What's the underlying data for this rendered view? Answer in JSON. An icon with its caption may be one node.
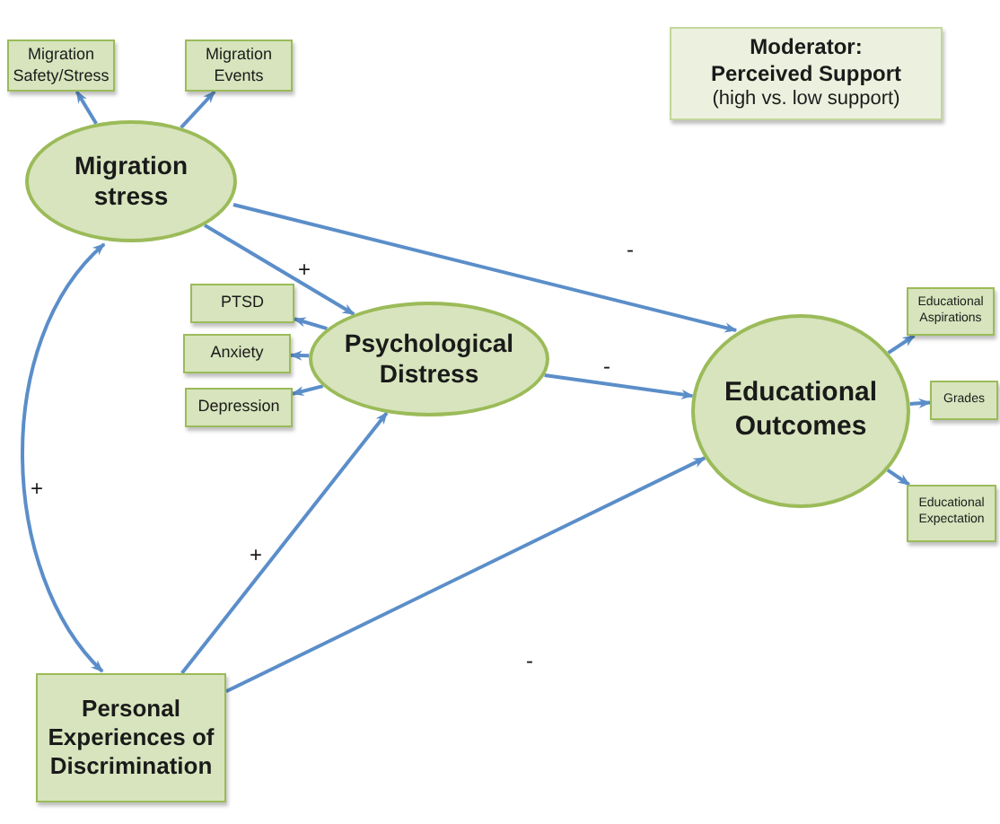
{
  "diagram": {
    "nodes": [
      {
        "text": [
          "Moderator: Perceived Support",
          "(high vs. low support)"
        ]
      },
      {
        "text": [
          "Migration Safety/Stress"
        ]
      },
      {
        "text": [
          "Migration Events"
        ]
      },
      {
        "text": [
          "Migration stress"
        ]
      },
      {
        "text": [
          "PTSD"
        ]
      },
      {
        "text": [
          "Anxiety"
        ]
      },
      {
        "text": [
          "Depression"
        ]
      },
      {
        "text": [
          "Psychological Distress"
        ]
      },
      {
        "text": [
          "Educational Outcomes"
        ]
      },
      {
        "text": [
          "Educational Aspirations"
        ]
      },
      {
        "text": [
          "Grades"
        ]
      },
      {
        "text": [
          "Educational Expectation"
        ]
      },
      {
        "text": [
          "Personal Experiences of Discrimination"
        ]
      }
    ],
    "edges": [
      {
        "from": 3,
        "to": 1,
        "arrow": "to"
      },
      {
        "from": 3,
        "to": 2,
        "arrow": "to"
      },
      {
        "from": 3,
        "to": 7,
        "arrow": "to",
        "label": "+"
      },
      {
        "from": 3,
        "to": 8,
        "arrow": "to",
        "label": "-"
      },
      {
        "from": 7,
        "to": 4,
        "arrow": "to"
      },
      {
        "from": 7,
        "to": 5,
        "arrow": "to"
      },
      {
        "from": 7,
        "to": 6,
        "arrow": "to"
      },
      {
        "from": 7,
        "to": 8,
        "arrow": "to",
        "label": "-"
      },
      {
        "from": 8,
        "to": 9,
        "arrow": "to"
      },
      {
        "from": 8,
        "to": 10,
        "arrow": "to"
      },
      {
        "from": 8,
        "to": 11,
        "arrow": "to"
      },
      {
        "from": 12,
        "to": 7,
        "arrow": "to",
        "label": "+"
      },
      {
        "from": 12,
        "to": 8,
        "arrow": "to",
        "label": "-"
      },
      {
        "from": 3,
        "to": 12,
        "arrow": "both",
        "label": "+"
      }
    ]
  }
}
